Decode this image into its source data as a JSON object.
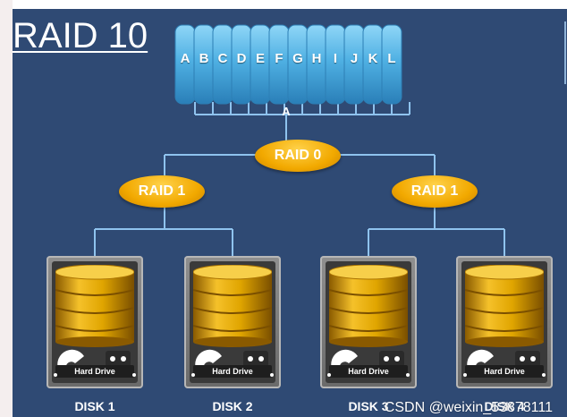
{
  "title": "RAID 10",
  "letters": [
    "A",
    "B",
    "C",
    "D",
    "E",
    "F",
    "G",
    "H",
    "I",
    "J",
    "K",
    "L"
  ],
  "top_marker": "A",
  "raid0_label": "RAID 0",
  "raid1_left_label": "RAID 1",
  "raid1_right_label": "RAID 1",
  "disks": [
    {
      "caption": "DISK 1",
      "drive_label": "Hard Drive"
    },
    {
      "caption": "DISK 2",
      "drive_label": "Hard Drive"
    },
    {
      "caption": "DISK 3",
      "drive_label": "Hard Drive"
    },
    {
      "caption": "DISK 4",
      "drive_label": "Hard Drive"
    }
  ],
  "watermark": "CSDN @weixin_53878111",
  "colors": {
    "background": "#2f4a74",
    "cylinder": "#57b7e8",
    "connector": "#8fc3ee",
    "gold": "#f2a900"
  }
}
